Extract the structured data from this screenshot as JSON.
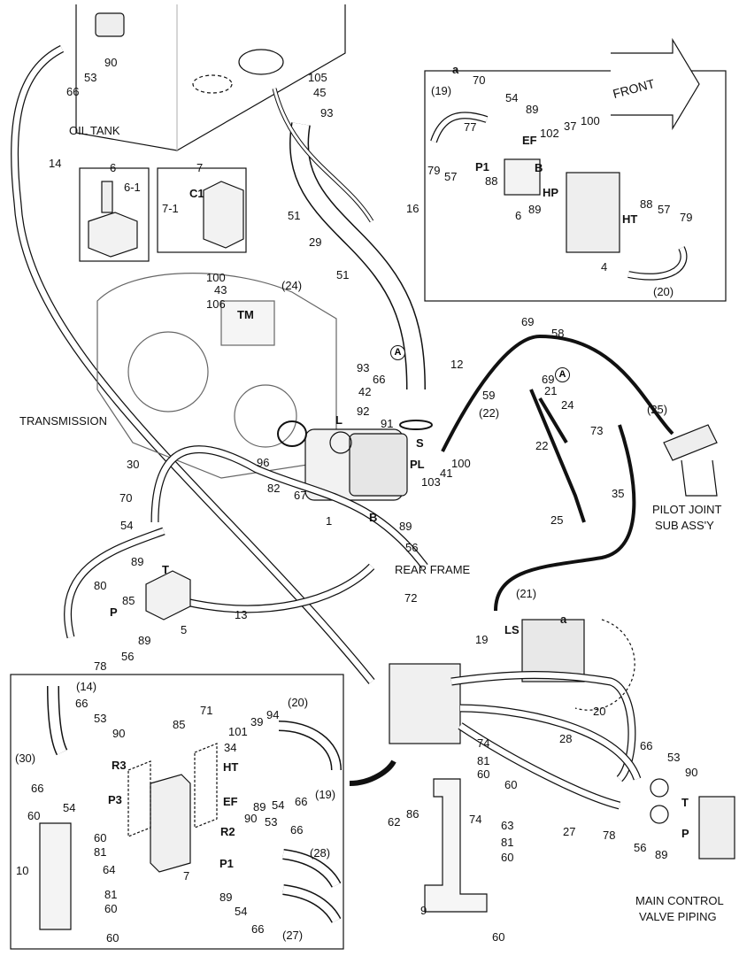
{
  "captions": {
    "oil_tank": "OIL TANK",
    "transmission": "TRANSMISSION",
    "rear_frame": "REAR FRAME",
    "pilot_joint_1": "PILOT JOINT",
    "pilot_joint_2": "SUB ASS'Y",
    "main_control_1": "MAIN CONTROL",
    "main_control_2": "VALVE PIPING",
    "front": "FRONT"
  },
  "ports": {
    "tm": "TM",
    "l": "L",
    "s": "S",
    "pl": "PL",
    "b_pump": "B",
    "t_block5": "T",
    "p_block5": "P",
    "ls": "LS",
    "t_main": "T",
    "p_main": "P",
    "c1": "C1",
    "ef_a": "EF",
    "p1_a": "P1",
    "b_a": "B",
    "hp_a": "HP",
    "ht_a": "HT",
    "r3": "R3",
    "p3": "P3",
    "ht_d": "HT",
    "ef_d": "EF",
    "r2": "R2",
    "p1_d": "P1"
  },
  "callouts": {
    "a_ref1": "A",
    "a_ref2": "A",
    "detail_a": "a",
    "detail_a2": "a"
  },
  "parts": {
    "p90": "90",
    "p53": "53",
    "p66": "66",
    "p105": "105",
    "p45": "45",
    "p93": "93",
    "p14": "14",
    "p6": "6",
    "p6_1": "6-1",
    "p7": "7",
    "p7_1": "7-1",
    "p51a": "51",
    "p51b": "51",
    "p16": "16",
    "p29": "29",
    "p100a": "100",
    "p43": "43",
    "p106": "106",
    "p24": "(24)",
    "p93b": "93",
    "p42": "42",
    "p92": "92",
    "p12": "12",
    "p66b": "66",
    "p91": "91",
    "p96": "96",
    "p82": "82",
    "p67": "67",
    "p1": "1",
    "p100b": "100",
    "p103": "103",
    "p41": "41",
    "p22": "(22)",
    "p69a": "69",
    "p58": "58",
    "p69b": "69",
    "p59": "59",
    "p21": "21",
    "p24b": "24",
    "p22b": "22",
    "p73": "73",
    "p25": "(25)",
    "p35": "35",
    "p25b": "25",
    "p30": "30",
    "p70": "70",
    "p54": "54",
    "p89a": "89",
    "p56": "56",
    "p80": "80",
    "p85": "85",
    "p89b": "89",
    "p72": "72",
    "p13": "13",
    "p5": "5",
    "p89c": "89",
    "p78": "78",
    "p56b": "56",
    "p21b": "(21)",
    "p19": "19",
    "p20": "20",
    "p28": "28",
    "p66c": "66",
    "p53b": "53",
    "p90b": "90",
    "p27": "27",
    "p78b": "78",
    "p56c": "56",
    "p89d": "89",
    "p74": "74",
    "p81": "81",
    "p60": "60",
    "p60b": "60",
    "p86": "86",
    "p62": "62",
    "p74b": "74",
    "p63": "63",
    "p81b": "81",
    "p60c": "60",
    "p9": "9",
    "p60d": "60",
    "a19": "(19)",
    "a70": "70",
    "a54": "54",
    "a89": "89",
    "a77": "77",
    "a102": "102",
    "a37": "37",
    "a100": "100",
    "a79": "79",
    "a57": "57",
    "a88": "88",
    "a6": "6",
    "a89b": "89",
    "a88b": "88",
    "a57b": "57",
    "a79b": "79",
    "a4": "4",
    "a20": "(20)",
    "d14": "(14)",
    "d66": "66",
    "d53": "53",
    "d90": "90",
    "d30": "(30)",
    "d66b": "66",
    "d54": "54",
    "d60": "60",
    "d60b": "60",
    "d81": "81",
    "d10": "10",
    "d64": "64",
    "d81b": "81",
    "d60c": "60",
    "d60d": "60",
    "d85": "85",
    "d71": "71",
    "d101": "101",
    "d34": "34",
    "d39": "39",
    "d94": "94",
    "d20": "(20)",
    "d19": "(19)",
    "d66c": "66",
    "d54b": "54",
    "d89": "89",
    "d90b": "90",
    "d53b": "53",
    "d66d": "66",
    "d28": "(28)",
    "d7": "7",
    "d89b": "89",
    "d54c": "54",
    "d66e": "66",
    "d27": "(27)"
  }
}
